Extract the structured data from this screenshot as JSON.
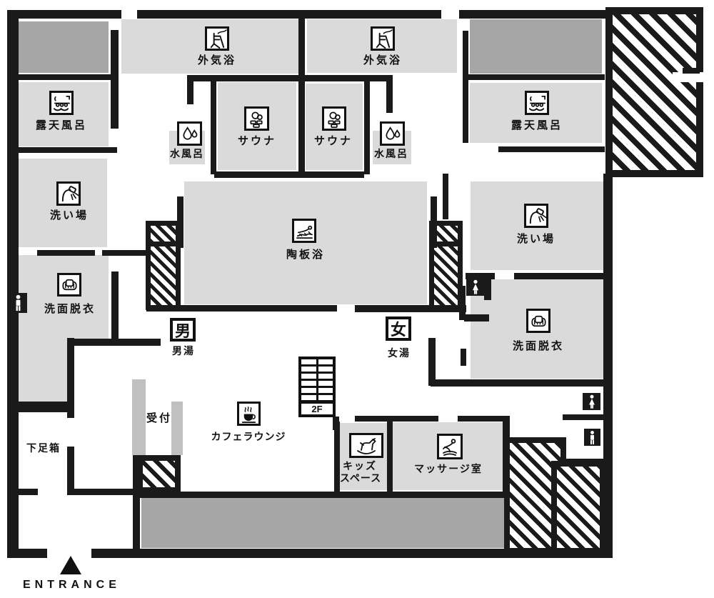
{
  "colors": {
    "wall": "#1a1a1a",
    "room_fill": "#dadada",
    "dark_area_fill": "#a6a6a6",
    "counter_fill": "#c0c0c0",
    "background": "#ffffff"
  },
  "rooms": {
    "open_air_bath_left": "外気浴",
    "open_air_bath_right": "外気浴",
    "rotenburo_left": "露天風呂",
    "rotenburo_right": "露天風呂",
    "sauna_left": "サウナ",
    "sauna_right": "サウナ",
    "cold_bath_left": "水風呂",
    "cold_bath_right": "水風呂",
    "washing_area_left": "洗い場",
    "washing_area_right": "洗い場",
    "dressing_room_left": "洗面脱衣",
    "dressing_room_right": "洗面脱衣",
    "ceramic_bath": "陶板浴",
    "reception": "受付",
    "cafe_lounge": "カフェラウンジ",
    "kids_space_line1": "キッズ",
    "kids_space_line2": "スペース",
    "massage_room": "マッサージ室",
    "shoe_box": "下足箱"
  },
  "signs": {
    "men_symbol": "男",
    "men_bath": "男湯",
    "women_symbol": "女",
    "women_bath": "女湯",
    "stairs_floor": "2F",
    "entrance": "ENTRANCE"
  },
  "icons": {
    "open_air_bath": "deck-chair",
    "rotenburo": "open-air-tub",
    "sauna": "steam-over-stones",
    "cold_bath": "water-drops",
    "washing_area": "shower-head",
    "dressing_room": "towel-basket",
    "ceramic_bath": "person-on-slabs",
    "cafe": "coffee-cup",
    "kids": "rocking-horse",
    "massage": "reclining-person",
    "toilet_men": "man-pictogram",
    "toilet_women": "woman-pictogram",
    "entrance_arrow": "up-triangle"
  }
}
